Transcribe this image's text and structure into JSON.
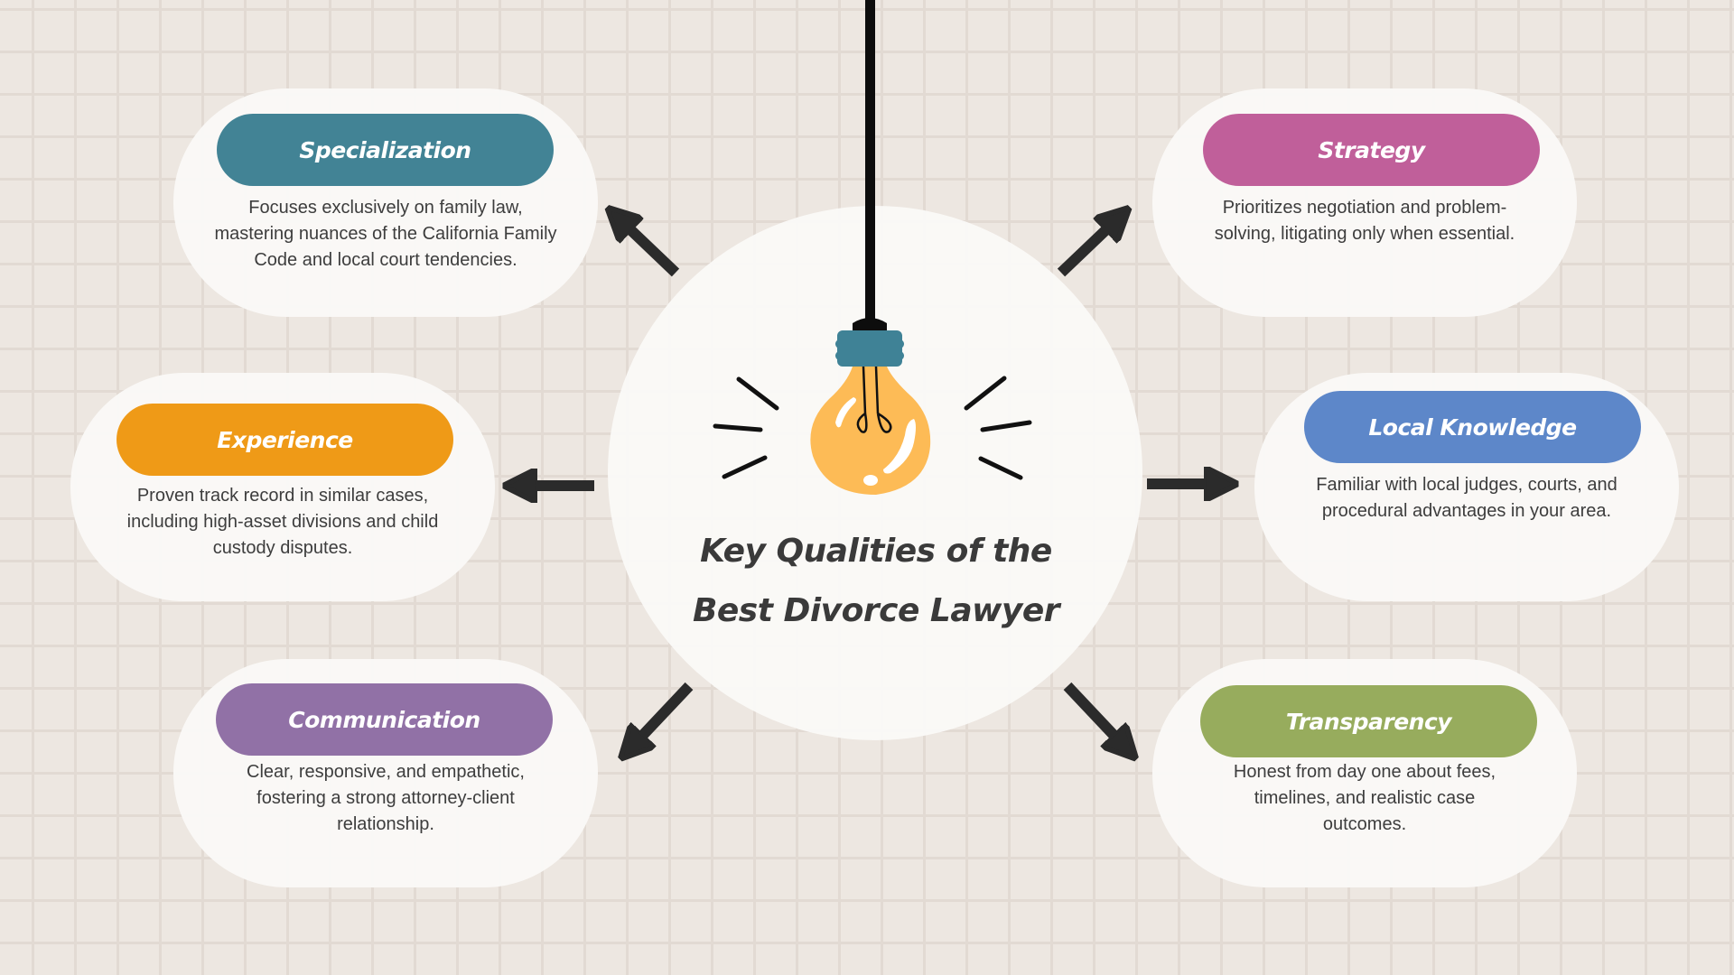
{
  "title": {
    "line1": "Key Qualities of the",
    "line2": "Best Divorce Lawyer"
  },
  "center_icon": "light-bulb-icon",
  "colors": {
    "background": "#ede7e1",
    "grid": "#e2dad3",
    "card": "#faf9f7",
    "arrow": "#2b2b2b",
    "bulb": "#fdbb56",
    "socket": "#3f8296",
    "text": "#3d3d3d"
  },
  "qualities": [
    {
      "label": "Specialization",
      "color": "#428395",
      "description": "Focuses exclusively on family law, mastering nuances of the California Family Code and local court tendencies."
    },
    {
      "label": "Strategy",
      "color": "#c05f9a",
      "description": "Prioritizes negotiation and problem-solving, litigating only when essential."
    },
    {
      "label": "Experience",
      "color": "#ef9a17",
      "description": "Proven track record in similar cases, including high-asset divisions and child custody disputes."
    },
    {
      "label": "Local Knowledge",
      "color": "#5d87c9",
      "description": "Familiar with local judges, courts, and procedural advantages in your area."
    },
    {
      "label": "Communication",
      "color": "#9171a6",
      "description": "Clear, responsive, and empathetic, fostering a strong attorney-client relationship."
    },
    {
      "label": "Transparency",
      "color": "#97ac5d",
      "description": "Honest from day one about fees, timelines, and realistic case outcomes."
    }
  ]
}
